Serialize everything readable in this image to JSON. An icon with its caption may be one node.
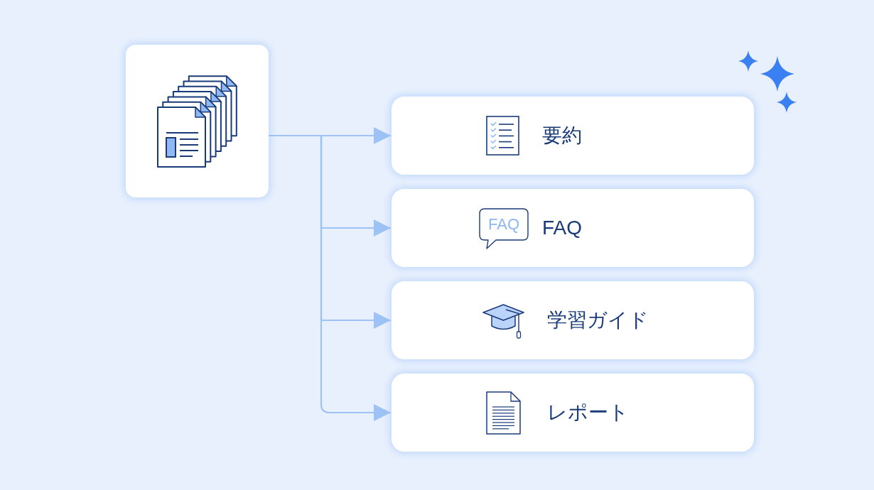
{
  "diagram": {
    "nodes": [
      {
        "text": [],
        "shape": "box"
      },
      {
        "text": [
          "要約"
        ]
      },
      {
        "text": [
          "FAQ",
          "FAQ"
        ]
      },
      {
        "text": [
          "学習ガイド"
        ]
      },
      {
        "text": [
          "レポート"
        ]
      }
    ],
    "edges": [
      {
        "from": 0,
        "to": 1,
        "arrow": "to"
      },
      {
        "from": 0,
        "to": 2,
        "arrow": "to"
      },
      {
        "from": 0,
        "to": 3,
        "arrow": "to"
      },
      {
        "from": 0,
        "to": 4,
        "arrow": "to"
      }
    ]
  }
}
